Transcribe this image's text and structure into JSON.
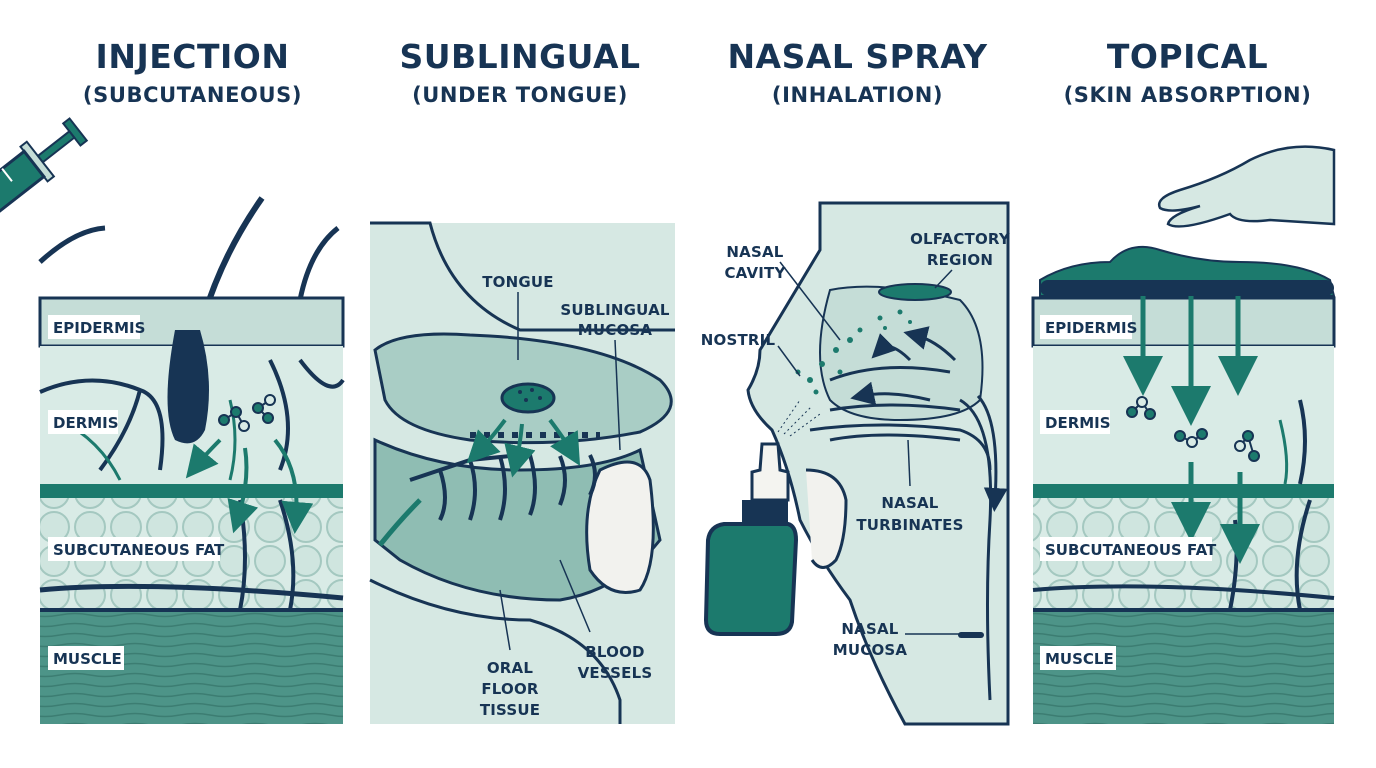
{
  "panels": [
    {
      "title": "INJECTION",
      "subtitle": "(SUBCUTANEOUS)",
      "labels": {
        "epidermis": "EPIDERMIS",
        "dermis": "DERMIS",
        "fat": "SUBCUTANEOUS FAT",
        "muscle": "MUSCLE"
      }
    },
    {
      "title": "SUBLINGUAL",
      "subtitle": "(UNDER TONGUE)",
      "labels": {
        "tongue": "TONGUE",
        "mucosa_1": "SUBLINGUAL",
        "mucosa_2": "MUCOSA",
        "oral_1": "ORAL",
        "oral_2": "FLOOR",
        "oral_3": "TISSUE",
        "vessels_1": "BLOOD",
        "vessels_2": "VESSELS"
      }
    },
    {
      "title": "NASAL SPRAY",
      "subtitle": "(INHALATION)",
      "labels": {
        "cavity_1": "NASAL",
        "cavity_2": "CAVITY",
        "olfactory_1": "OLFACTORY",
        "olfactory_2": "REGION",
        "nostril": "NOSTRIL",
        "turbinates_1": "NASAL",
        "turbinates_2": "TURBINATES",
        "mucosa_1": "NASAL",
        "mucosa_2": "MUCOSA"
      }
    },
    {
      "title": "TOPICAL",
      "subtitle": "(SKIN ABSORPTION)",
      "labels": {
        "epidermis": "EPIDERMIS",
        "dermis": "DERMIS",
        "fat": "SUBCUTANEOUS FAT",
        "muscle": "MUSCLE"
      }
    }
  ],
  "colors": {
    "navy": "#173454",
    "teal": "#1c7a6d",
    "light": "#d6e8e3",
    "mid": "#a9cdc5"
  }
}
